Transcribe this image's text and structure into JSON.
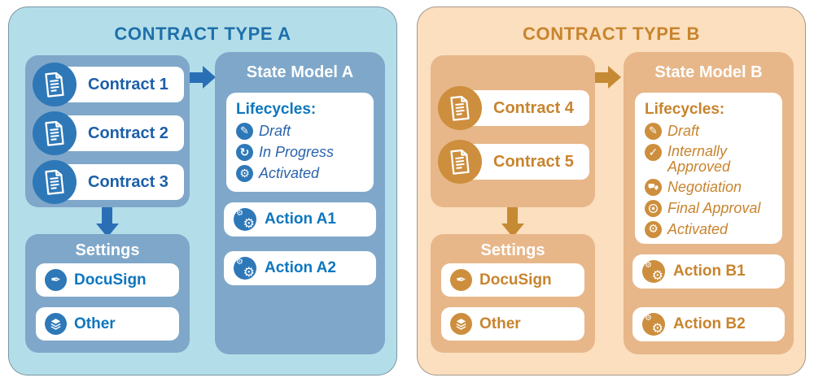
{
  "colors": {
    "panel_a": {
      "background": "#B3DEE9",
      "container": "#7FA7C9",
      "icon_circle": "#2E78B8",
      "title_text": "#1E6FAC",
      "contract_text": "#1D5FA8",
      "accent_text": "#0E76BE",
      "lifecycle_text": "#2B63AC",
      "arrow": "#2A6FB6"
    },
    "panel_b": {
      "background": "#FBDFBE",
      "container": "#E7B78A",
      "icon_circle": "#CD8E3D",
      "title_text": "#C8842E",
      "contract_text": "#C8842E",
      "accent_text": "#C8842E",
      "lifecycle_text": "#C8842E",
      "arrow": "#C68A34"
    },
    "pill_background": "#FFFFFF"
  },
  "glyphs": {
    "draft": "✎",
    "sync": "↻",
    "gear": "⚙",
    "gear_small": "⚙",
    "check": "✓",
    "pen": "✒",
    "document": "svg-document-shape",
    "chat": "svg-chat-bubbles-shape",
    "seal": "svg-star-seal-shape",
    "layers": "svg-layers-shape"
  },
  "panels": [
    {
      "title": "CONTRACT TYPE A",
      "contracts": [
        "Contract 1",
        "Contract 2",
        "Contract 3"
      ],
      "state_model": {
        "title": "State Model A",
        "lifecycles_label": "Lifecycles:",
        "lifecycles": [
          {
            "name": "Draft",
            "icon": "draft-icon"
          },
          {
            "name": "In Progress",
            "icon": "in-progress-icon"
          },
          {
            "name": "Activated",
            "icon": "activated-icon"
          }
        ],
        "actions": [
          "Action A1",
          "Action A2"
        ]
      },
      "settings": {
        "title": "Settings",
        "items": [
          {
            "label": "DocuSign",
            "icon": "pen-icon"
          },
          {
            "label": "Other",
            "icon": "layers-icon"
          }
        ]
      }
    },
    {
      "title": "CONTRACT TYPE B",
      "contracts": [
        "Contract 4",
        "Contract 5"
      ],
      "state_model": {
        "title": "State Model B",
        "lifecycles_label": "Lifecycles:",
        "lifecycles": [
          {
            "name": "Draft",
            "icon": "draft-icon"
          },
          {
            "name": "Internally Approved",
            "icon": "check-icon"
          },
          {
            "name": "Negotiation",
            "icon": "chat-icon"
          },
          {
            "name": "Final Approval",
            "icon": "seal-icon"
          },
          {
            "name": "Activated",
            "icon": "activated-icon"
          }
        ],
        "actions": [
          "Action B1",
          "Action B2"
        ]
      },
      "settings": {
        "title": "Settings",
        "items": [
          {
            "label": "DocuSign",
            "icon": "pen-icon"
          },
          {
            "label": "Other",
            "icon": "layers-icon"
          }
        ]
      }
    }
  ]
}
